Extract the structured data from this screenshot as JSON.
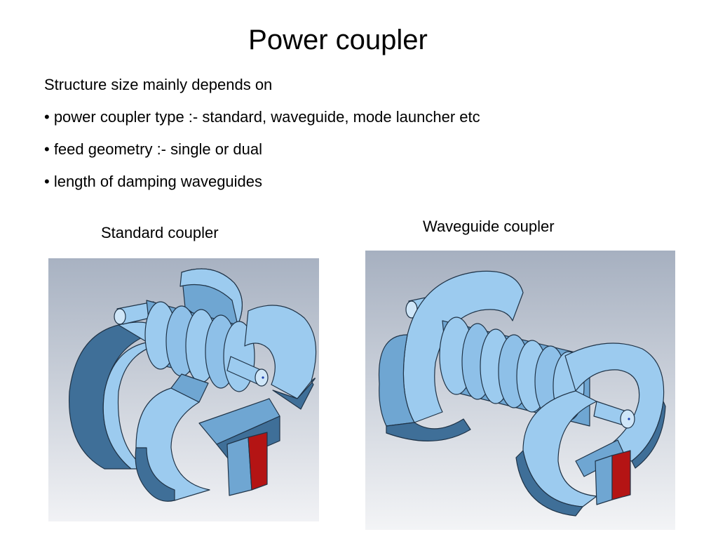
{
  "slide": {
    "title": "Power coupler",
    "intro": "Structure size mainly depends on",
    "bullets": [
      "• power coupler type :- standard, waveguide, mode launcher etc",
      "• feed geometry :- single or dual",
      "• length of damping waveguides"
    ],
    "figures": {
      "left_caption": "Standard coupler",
      "right_caption": "Waveguide coupler"
    }
  },
  "colors": {
    "metal_light": "#9ccbef",
    "metal_mid": "#6fa6d2",
    "metal_dark": "#3f6f98",
    "edge": "#1f3347",
    "port_red": "#b41414"
  }
}
